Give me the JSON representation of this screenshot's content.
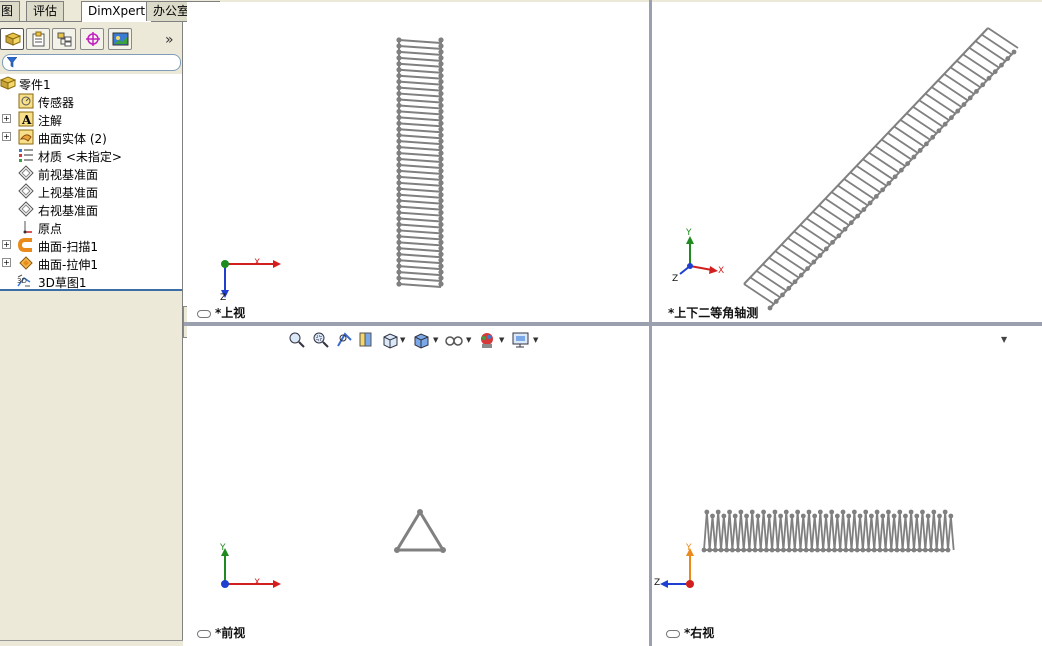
{
  "tabs": [
    {
      "label": "图",
      "active": false
    },
    {
      "label": "评估",
      "active": false
    },
    {
      "label": "DimXpert",
      "active": true
    },
    {
      "label": "办公室产品",
      "active": false
    }
  ],
  "panel_toolbar": {
    "buttons": [
      "feature-manager-icon",
      "property-manager-icon",
      "configuration-manager-icon",
      "dimxpert-manager-icon",
      "display-manager-icon"
    ],
    "more": "»"
  },
  "tree": {
    "items": [
      {
        "label": "零件1",
        "icon": "part-icon",
        "expandable": false
      },
      {
        "label": "传感器",
        "icon": "sensor-icon",
        "expandable": false
      },
      {
        "label": "注解",
        "icon": "annotation-icon",
        "expandable": true
      },
      {
        "label": "曲面实体 (2)",
        "icon": "surface-bodies-icon",
        "expandable": true
      },
      {
        "label": "材质 <未指定>",
        "icon": "material-icon",
        "expandable": false
      },
      {
        "label": "前视基准面",
        "icon": "plane-icon",
        "expandable": false
      },
      {
        "label": "上视基准面",
        "icon": "plane-icon",
        "expandable": false
      },
      {
        "label": "右视基准面",
        "icon": "plane-icon",
        "expandable": false
      },
      {
        "label": "原点",
        "icon": "origin-icon",
        "expandable": false
      },
      {
        "label": "曲面-扫描1",
        "icon": "sweep-surface-icon",
        "expandable": true
      },
      {
        "label": "曲面-拉伸1",
        "icon": "extrude-surface-icon",
        "expandable": true
      },
      {
        "label": "3D草图1",
        "icon": "sketch3d-icon",
        "expandable": false
      }
    ]
  },
  "viewports": {
    "top": {
      "label": "*上视",
      "axis_h": "X",
      "axis_v": "Z"
    },
    "iso": {
      "label": "*上下二等角轴测",
      "axis_x": "X",
      "axis_y": "Y",
      "axis_z": "Z"
    },
    "front": {
      "label": "*前视",
      "axis_h": "X",
      "axis_v": "Y"
    },
    "right": {
      "label": "*右视",
      "axis_h": "Z",
      "axis_v": "Y"
    }
  },
  "hud_toolbar": [
    "zoom-to-fit-icon",
    "zoom-to-area-icon",
    "previous-view-icon",
    "section-view-icon",
    "view-orientation-icon",
    "display-style-icon",
    "hide-show-items-icon",
    "edit-appearance-icon",
    "apply-scene-icon"
  ],
  "colors": {
    "x_axis": "#d11f1f",
    "y_axis": "#1f8a1f",
    "z_axis": "#1f3fd1",
    "geometry": "#808080"
  }
}
